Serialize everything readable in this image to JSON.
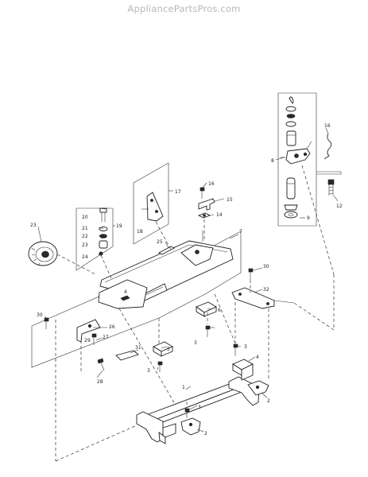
{
  "watermark": "AppliancePartsPros.com",
  "callouts": [
    "1",
    "2",
    "2",
    "3",
    "3",
    "3",
    "3",
    "4",
    "4",
    "5",
    "6",
    "7",
    "8",
    "9",
    "12",
    "14",
    "15",
    "16",
    "16",
    "17",
    "18",
    "19",
    "20",
    "21",
    "22",
    "23",
    "23",
    "24",
    "25",
    "26",
    "27",
    "28",
    "29",
    "30",
    "30",
    "31",
    "32"
  ]
}
